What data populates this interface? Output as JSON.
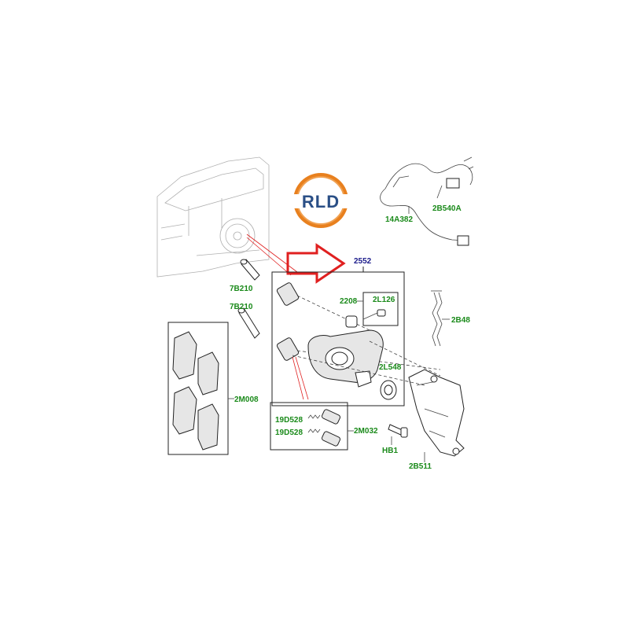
{
  "logo": {
    "text": "RLD",
    "colors": {
      "ring": "#e8801e",
      "inner": "#ffffff",
      "text": "#2a4f86"
    }
  },
  "arrow": {
    "color": "#e02020"
  },
  "labels": {
    "assembly": "2552",
    "pin_top": "7B210",
    "pin_bottom": "7B210",
    "pads": "2M008",
    "bleed_group": "2208",
    "bleed_screw": "2L126",
    "seal": "2L548",
    "spring": "2B48",
    "kit_a": "19D528",
    "kit_b": "19D528",
    "kit_group": "2M032",
    "bolt": "HB1",
    "carrier": "2B511",
    "sensor": "14A382",
    "sensor_bracket": "2B540A"
  },
  "colors": {
    "label": "#1a8a1a",
    "assembly_label": "#1a1a8a",
    "leader": "#e02020"
  }
}
